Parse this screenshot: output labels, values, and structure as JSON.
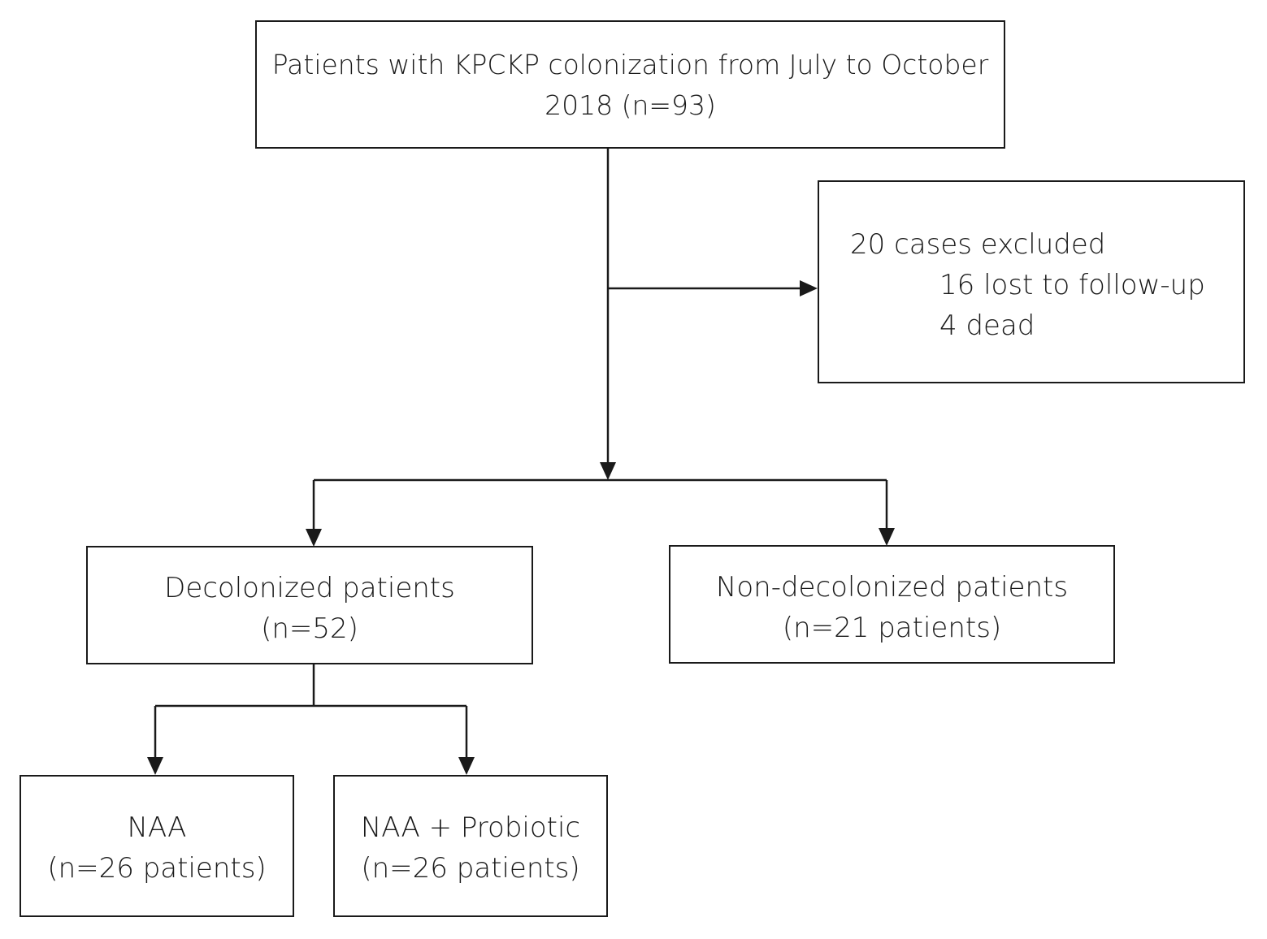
{
  "diagram": {
    "top": {
      "line1": "Patients with KPCKP colonization from July to October",
      "line2": "2018 (n=93)"
    },
    "excluded": {
      "line1": "20 cases excluded",
      "line2": "16 lost to follow-up",
      "line3": "4 dead"
    },
    "decolonized": {
      "line1": "Decolonized patients",
      "line2": "(n=52)"
    },
    "non_decolonized": {
      "line1": "Non-decolonized patients",
      "line2": "(n=21 patients)"
    },
    "naa": {
      "line1": "NAA",
      "line2": "(n=26 patients)"
    },
    "naa_probiotic": {
      "line1": "NAA + Probiotic",
      "line2": "(n=26 patients)"
    }
  },
  "colors": {
    "line": "#1a1a1a",
    "background": "#ffffff"
  }
}
